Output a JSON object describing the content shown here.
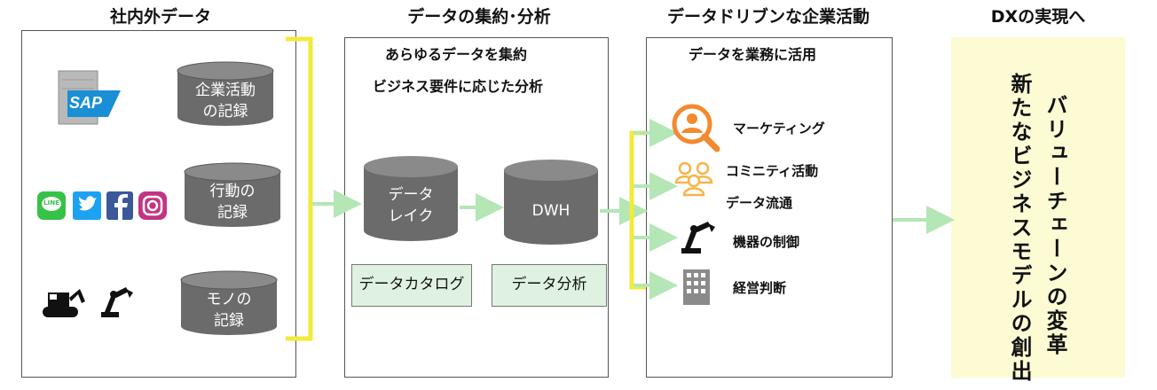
{
  "headers": {
    "col1": "社内外データ",
    "col2": "データの集約･分析",
    "col3": "データドリブンな企業活動",
    "col4": "DXの実現へ"
  },
  "sources": {
    "sap_label": "SAP",
    "enterprise": [
      "企業活動",
      "の記録"
    ],
    "behavior": [
      "行動の",
      "記録"
    ],
    "things": [
      "モノの",
      "記録"
    ],
    "line_label": "LINE"
  },
  "aggregation": {
    "line1": "あらゆるデータを集約",
    "line2": "ビジネス要件に応じた分析",
    "lake": [
      "データ",
      "レイク"
    ],
    "dwh": "DWH",
    "catalog": "データカタログ",
    "analysis": "データ分析"
  },
  "activities": {
    "title": "データを業務に活用",
    "items": [
      "マーケティング",
      "コミニティ活動",
      "データ流通",
      "機器の制御",
      "経営判断"
    ]
  },
  "dx": {
    "col_right": "バリューチェーンの変革",
    "col_left": "新たなビジネスモデルの創出"
  },
  "colors": {
    "cylinder": "#6b6b6b",
    "bracket": "#f2ea3a",
    "arrow": "#b4e6b6",
    "dx_bg": "#fdfbd3",
    "marketing_icon": "#f28a2e",
    "community_icon": "#f5b54a"
  }
}
